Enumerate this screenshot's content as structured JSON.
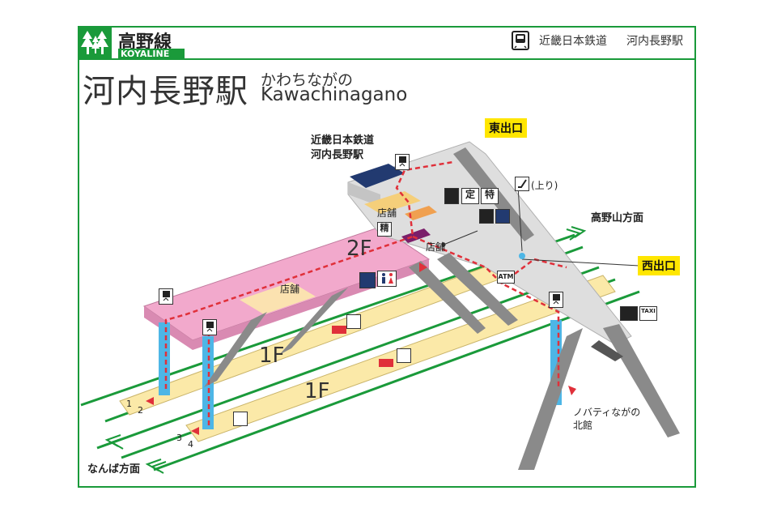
{
  "header": {
    "line_name": "高野線",
    "line_name_en": "KOYALINE",
    "operator": "近畿日本鉄道",
    "operator_station": "河内長野駅"
  },
  "station": {
    "name": "河内長野駅",
    "kana": "かわちながの",
    "romaji": "Kawachinagano"
  },
  "labels": {
    "kintetsu_1": "近畿日本鉄道",
    "kintetsu_2": "河内長野駅",
    "east_exit": "東出口",
    "west_exit": "西出口",
    "escalator_up": "(上り)",
    "koyasan_dir": "高野山方面",
    "namba_dir": "なんば方面",
    "shop_1": "店舗",
    "shop_2": "店舗",
    "shop_3": "店舗",
    "fare_adjust": "精",
    "floor_2f": "2F",
    "floor_1f_a": "1F",
    "floor_1f_b": "1F",
    "teiki": "定",
    "tokkyu": "特",
    "atm": "ATM",
    "taxi": "TAXI",
    "novaty_1": "ノバティながの",
    "novaty_2": "北館",
    "track_1": "1",
    "track_2": "2",
    "track_3": "3",
    "track_4": "4"
  },
  "icons": [
    "train-icon",
    "elevator-icon",
    "escalator-icon",
    "wheelchair-icon",
    "restroom-icon",
    "coin-locker-icon",
    "ticket-machine-icon",
    "bus-icon",
    "taxi-icon",
    "waiting-room-icon",
    "phone-icon"
  ],
  "colors": {
    "line_green": "#1a9a3a",
    "concourse_pink": "#f2a9cc",
    "platform_yellow": "#fbe9a8",
    "exit_yellow": "#ffe600",
    "route_red": "#e0303a",
    "elevator_blue": "#4db6e6",
    "kintetsu_navy": "#223a70"
  }
}
